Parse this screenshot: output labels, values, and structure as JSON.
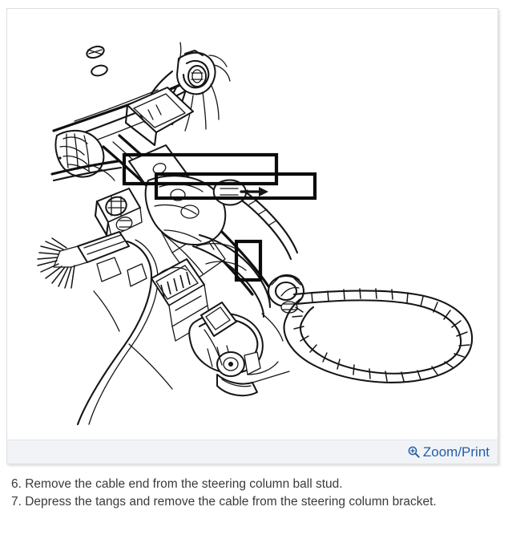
{
  "viewer": {
    "name": "service-diagram-viewer",
    "footer": {
      "zoom_print_label": "Zoom/Print",
      "zoom_icon": "magnifier-plus-icon",
      "link_color": "#1f5fa9",
      "background_color": "#f2f3f7"
    },
    "border_color": "#d9dde3",
    "background_color": "#ffffff"
  },
  "diagram": {
    "type": "technical-line-drawing",
    "subject": "Steering column with shift cable and ball stud",
    "line_color": "#1a1a1a",
    "fill_color": "#ffffff",
    "callouts": [
      {
        "id": "callout-upper",
        "label": ""
      },
      {
        "id": "callout-middle",
        "label": ""
      },
      {
        "id": "callout-ball-stud",
        "label": ""
      }
    ]
  },
  "instructions": {
    "items": [
      "6. Remove the cable end from the steering column ball stud.",
      "7. Depress the tangs and remove the cable from the steering column bracket."
    ]
  }
}
